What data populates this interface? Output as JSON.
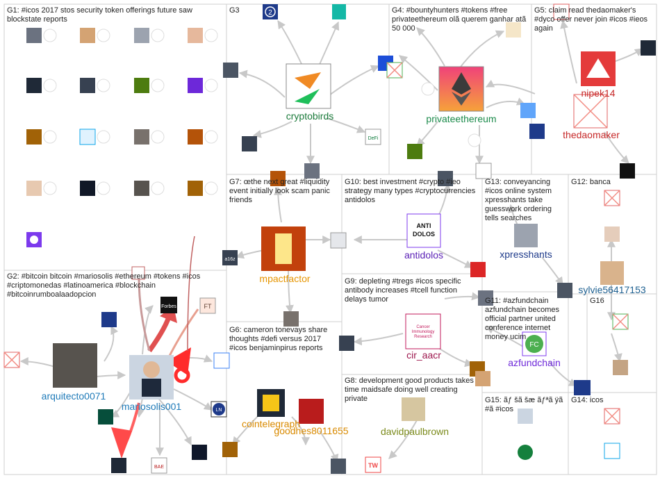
{
  "groups": [
    {
      "id": "G1",
      "label": "G1: #icos 2017 stos security token offerings future saw blockstate reports"
    },
    {
      "id": "G2",
      "label": "G2: #bitcoin bitcoin #mariosolis #ethereum #tokens #icos #criptomonedas #latinoamerica #blockchain #bitcoinrumboalaadopcion"
    },
    {
      "id": "G3",
      "label": "G3"
    },
    {
      "id": "G4",
      "label": "G4: #bountyhunters #tokens #free privateethereum olã querem ganhar atã 50 000"
    },
    {
      "id": "G5",
      "label": "G5: claim read thedaomaker's #dyco offer never join #icos #ieos again"
    },
    {
      "id": "G6",
      "label": "G6: cameron tonevays share thoughts #defi versus 2017 #icos benjaminpirus reports"
    },
    {
      "id": "G7",
      "label": "G7: œthe next great #liquidity event initially look scam panic friends"
    },
    {
      "id": "G8",
      "label": "G8: development good products takes time maidsafe doing well creating private"
    },
    {
      "id": "G9",
      "label": "G9: depleting #tregs #icos specific antibody increases #tcell function delays tumor"
    },
    {
      "id": "G10",
      "label": "G10: best investment #crypto #ieo strategy many types #cryptocurrencies antidolos"
    },
    {
      "id": "G11",
      "label": "G11: #azfundchain azfundchain becomes official partner united conference internet money ucim"
    },
    {
      "id": "G12",
      "label": "G12: banca"
    },
    {
      "id": "G13",
      "label": "G13: conveyancing #icos online system xpresshants take guesswork ordering tells searches"
    },
    {
      "id": "G14",
      "label": "G14: icos"
    },
    {
      "id": "G15",
      "label": "G15: ãƒ šã šæ ãƒªã ÿã #ã #icos"
    },
    {
      "id": "G16",
      "label": "G16"
    }
  ],
  "nodes": {
    "cryptobirds": "cryptobirds",
    "privateethereum": "privateethereum",
    "nipek14": "nipek14",
    "thedaomaker": "thedaomaker",
    "mpactfactor": "mpactfactor",
    "antidolos": "antidolos",
    "xpresshants": "xpresshants",
    "sylvie56417153": "sylvie56417153",
    "arquitecto0071": "arquitecto0071",
    "mariosolis001": "mariosolis001",
    "cir_aacr": "cir_aacr",
    "azfundchain": "azfundchain",
    "cointelegraph": "cointelegraph",
    "goodhes8011655": "goodhes8011655",
    "davidpaulbrown": "davidpaulbrown"
  },
  "icons": {
    "forbes": "Forbes",
    "ft": "FT",
    "a16z": "a16z",
    "ln": "LN",
    "bae": "BAE",
    "tw": "TW",
    "defi": "DeFi",
    "antidolos_logo": "ANTI DOLOS",
    "cir_logo": "Cancer Immunology Research",
    "fc": "FC",
    "number2": "2"
  }
}
